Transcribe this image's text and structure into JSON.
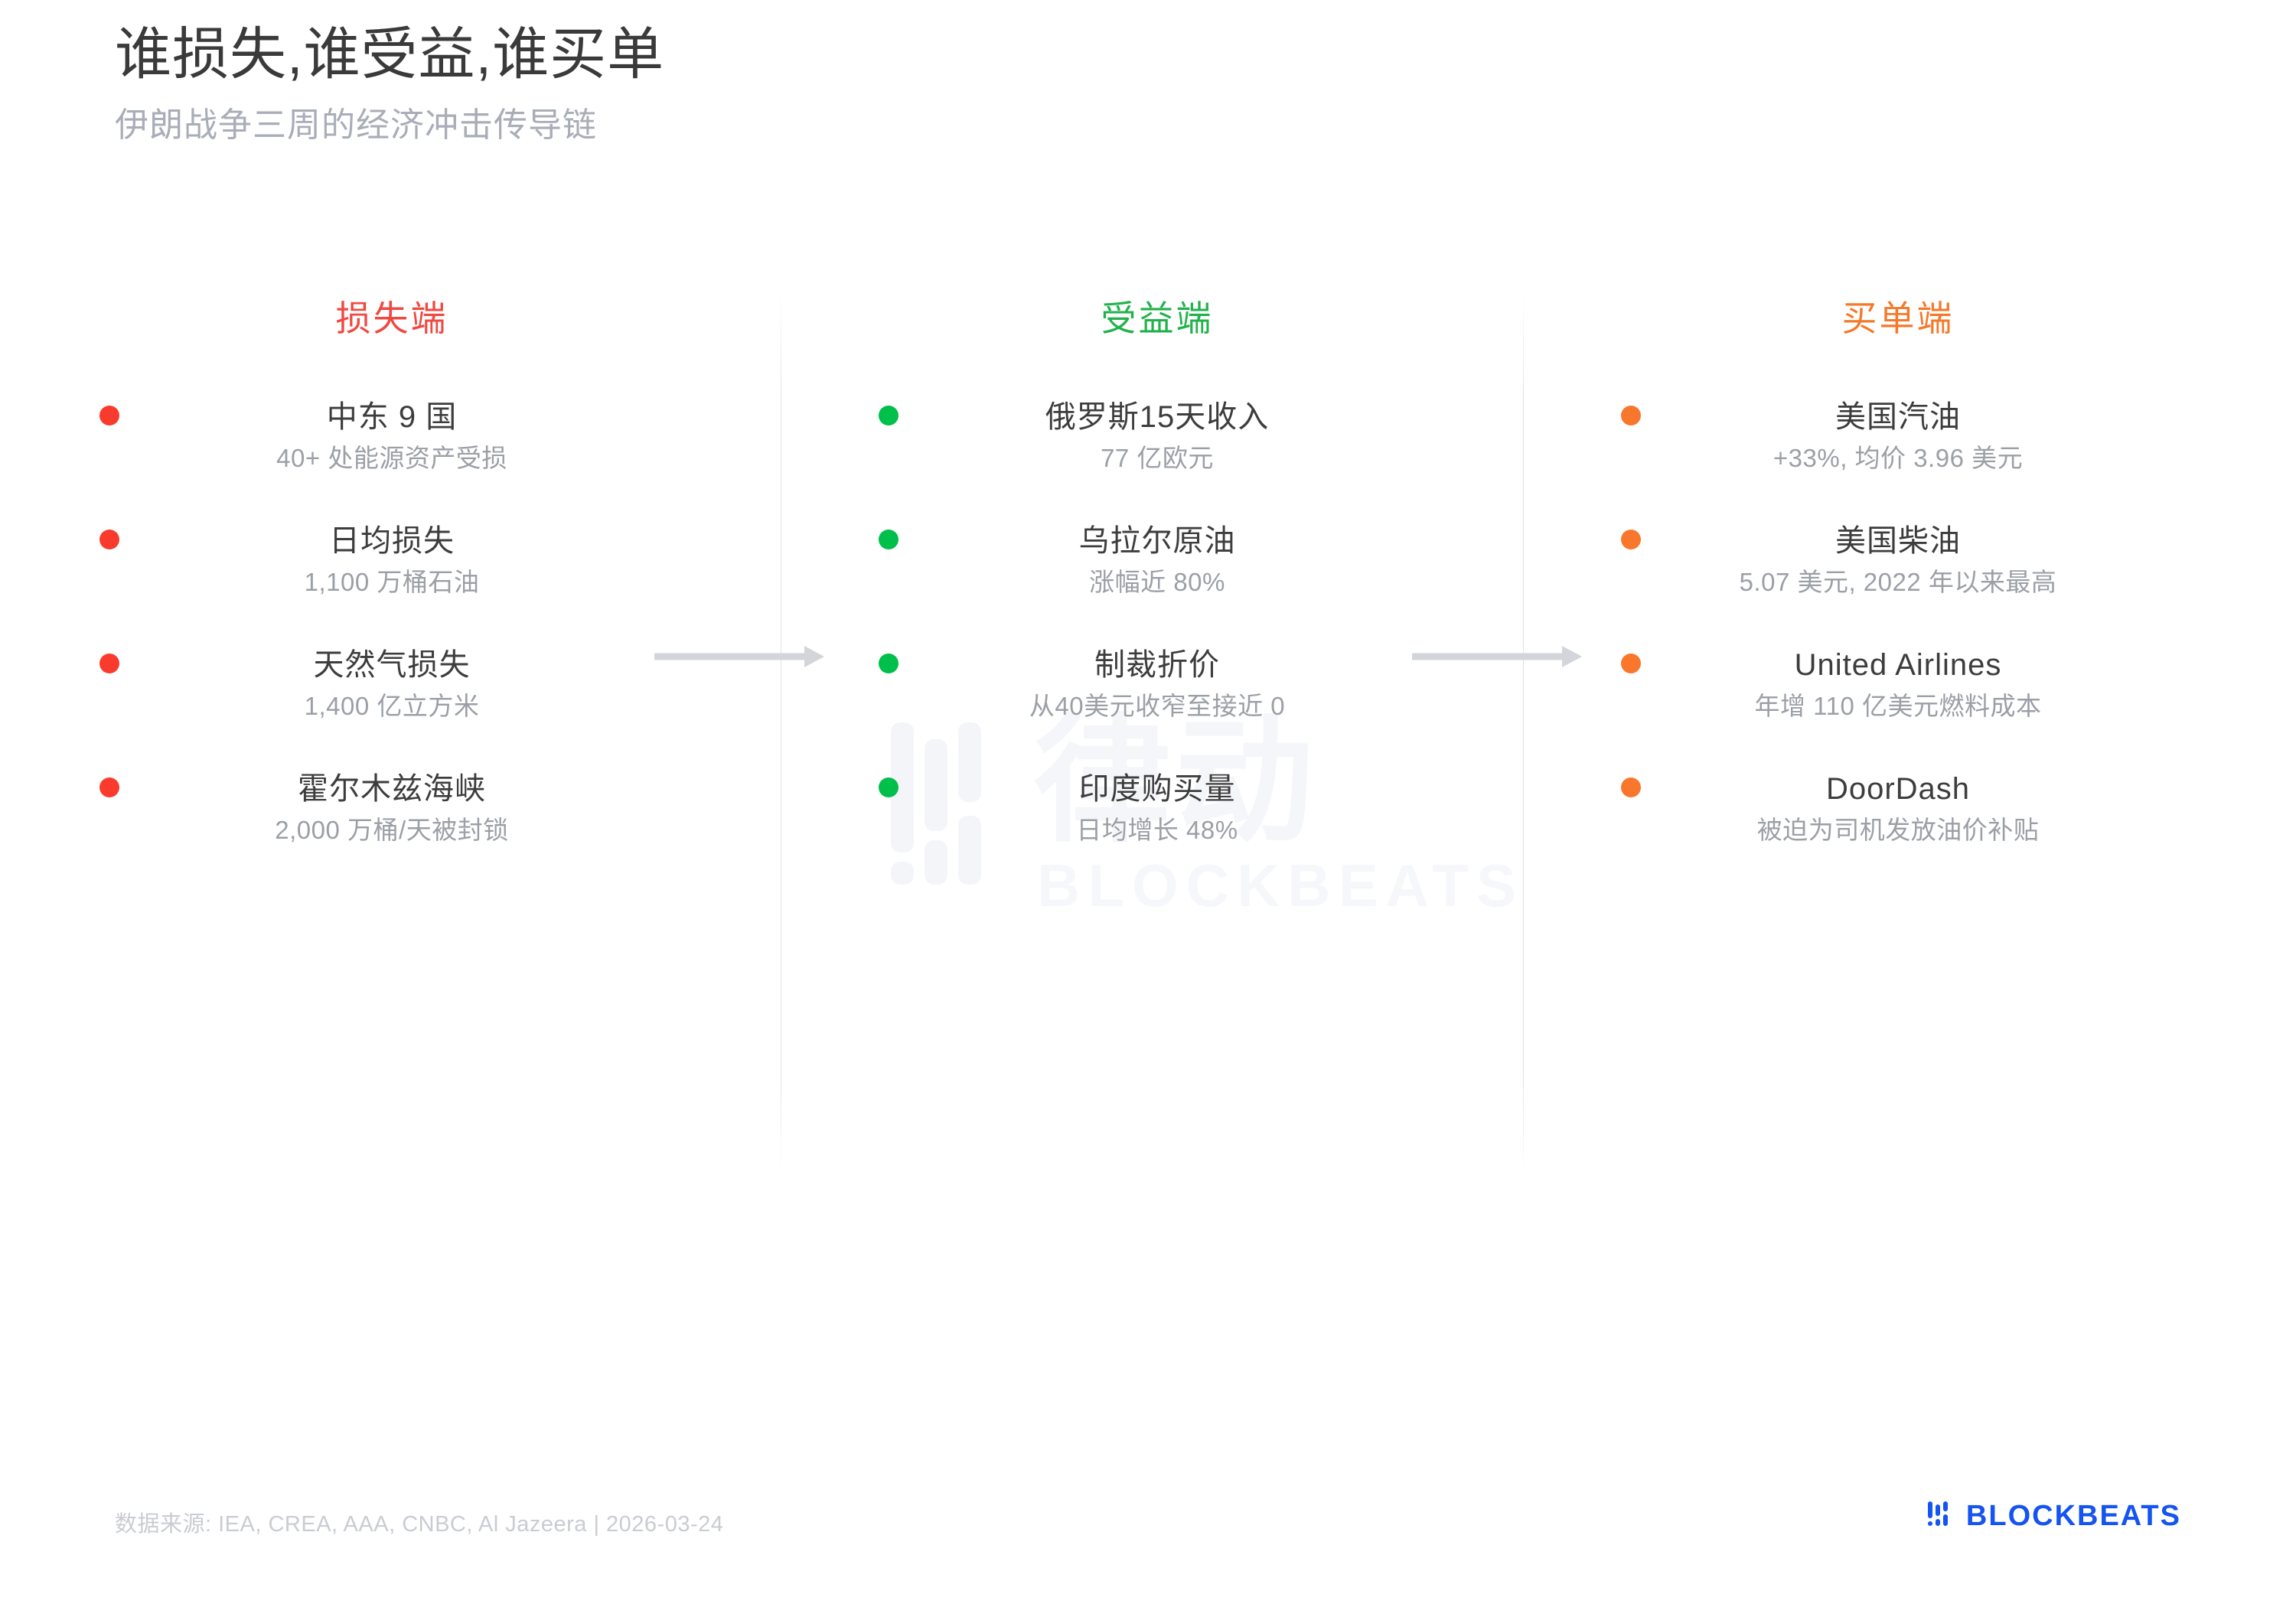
{
  "header": {
    "title": "谁损失,谁受益,谁买单",
    "subtitle": "伊朗战争三周的经济冲击传导链"
  },
  "watermark": {
    "cjk": "律动",
    "word": "BLOCKBEATS"
  },
  "columns": [
    {
      "head": "损失端",
      "accent": "#ef4a42",
      "bullet_color": "#f93b2d",
      "items": [
        {
          "label": "中东 9 国",
          "value": "40+ 处能源资产受损"
        },
        {
          "label": "日均损失",
          "value": "1,100 万桶石油"
        },
        {
          "label": "天然气损失",
          "value": "1,400 亿立方米"
        },
        {
          "label": "霍尔木兹海峡",
          "value": "2,000 万桶/天被封锁"
        }
      ]
    },
    {
      "head": "受益端",
      "accent": "#22b24c",
      "bullet_color": "#00bf4a",
      "items": [
        {
          "label": "俄罗斯15天收入",
          "value": "77 亿欧元"
        },
        {
          "label": "乌拉尔原油",
          "value": "涨幅近 80%"
        },
        {
          "label": "制裁折价",
          "value": "从40美元收窄至接近 0"
        },
        {
          "label": "印度购买量",
          "value": "日均增长 48%"
        }
      ]
    },
    {
      "head": "买单端",
      "accent": "#f4792b",
      "bullet_color": "#f9772c",
      "items": [
        {
          "label": "美国汽油",
          "value": "+33%, 均价 3.96 美元"
        },
        {
          "label": "美国柴油",
          "value": "5.07 美元, 2022 年以来最高"
        },
        {
          "label": "United Airlines",
          "value": "年增 110 亿美元燃料成本"
        },
        {
          "label": "DoorDash",
          "value": "被迫为司机发放油价补贴"
        }
      ]
    }
  ],
  "flow": {
    "arrow_1": "arrow-right-icon",
    "arrow_2": "arrow-right-icon",
    "arrow_color": "#d2d5da"
  },
  "footer": {
    "source": "数据来源: IEA, CREA, AAA, CNBC, Al Jazeera | 2026-03-24",
    "brand_text": "BLOCKBEATS",
    "brand_color": "#1554f0"
  }
}
